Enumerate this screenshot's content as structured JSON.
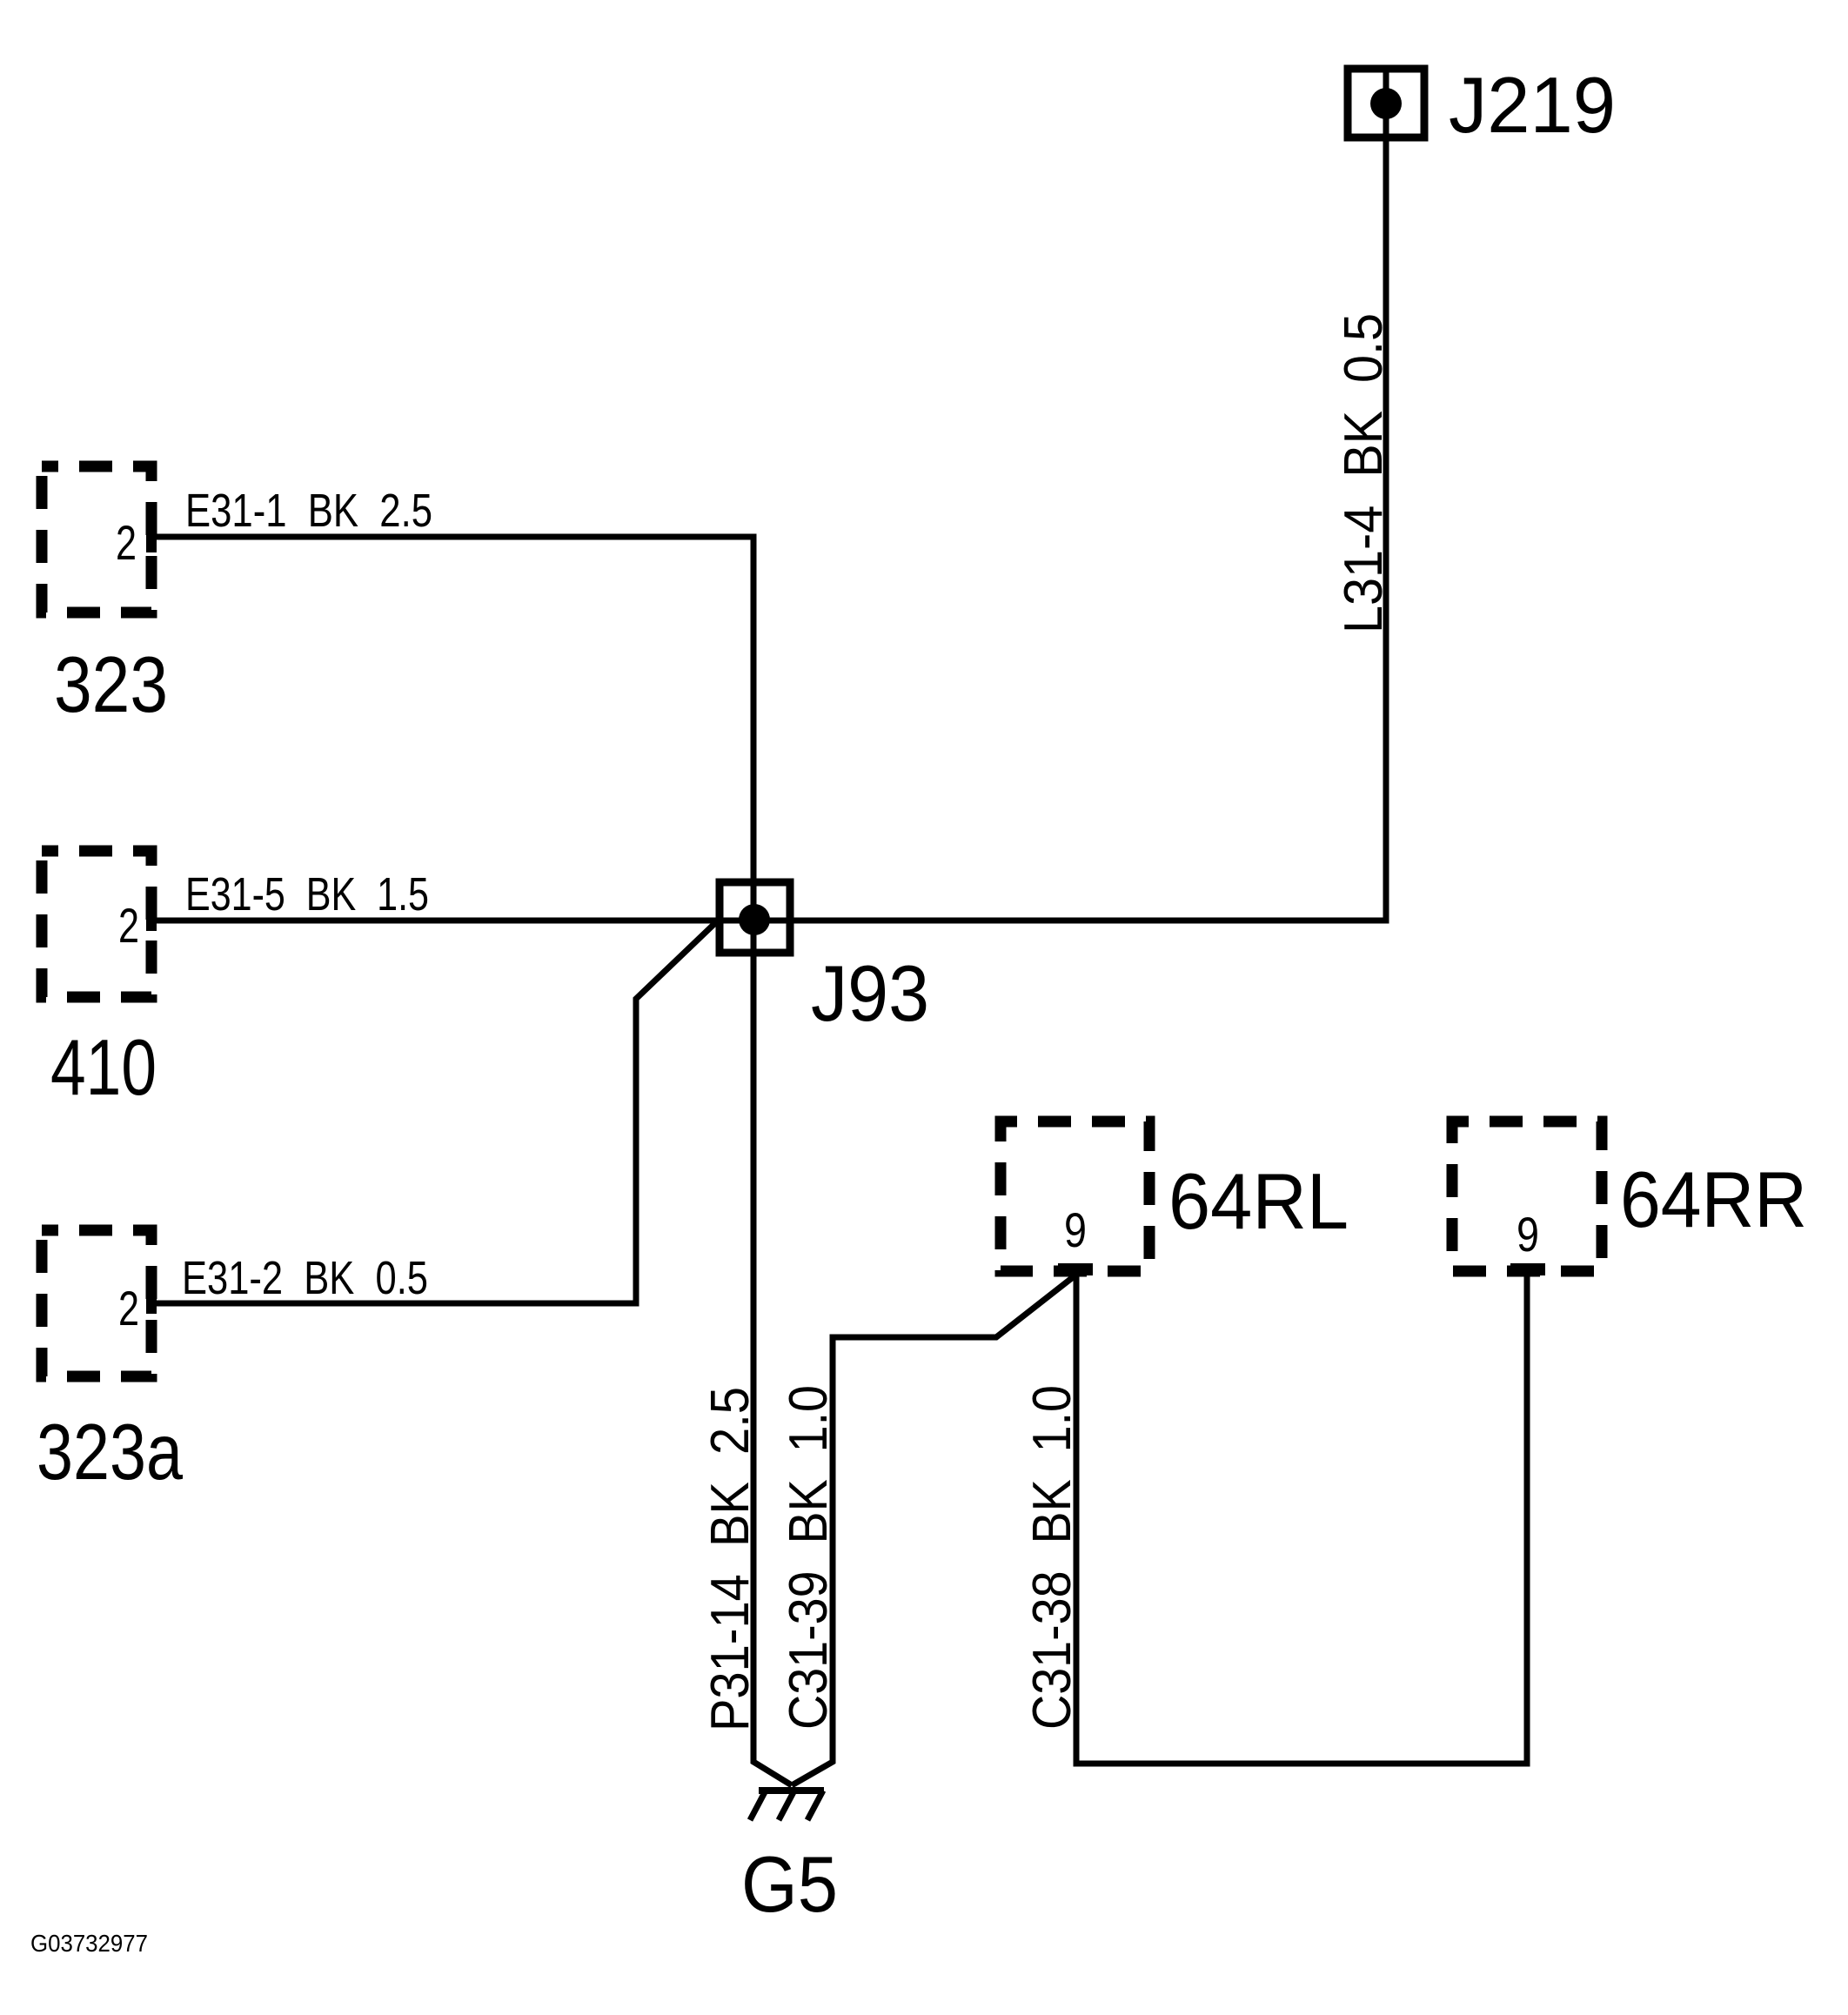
{
  "doc_id": "G03732977",
  "colors": {
    "ink": "#000000",
    "background": "#ffffff"
  },
  "junctions": [
    {
      "id": "J219",
      "wire_label": "L31-4  BK  0.5"
    },
    {
      "id": "J93",
      "wire_label": "P31-14  BK  2.5"
    }
  ],
  "connectors": [
    {
      "id": "323",
      "pin": "2",
      "wire_label": "E31-1  BK  2.5"
    },
    {
      "id": "410",
      "pin": "2",
      "wire_label": "E31-5  BK  1.5"
    },
    {
      "id": "323a",
      "pin": "2",
      "wire_label": "E31-2  BK  0.5"
    },
    {
      "id": "64RL",
      "pin": "9",
      "wire_label": "C31-39  BK  1.0"
    },
    {
      "id": "64RR",
      "pin": "9",
      "wire_label": "C31-38  BK  1.0"
    }
  ],
  "ground": {
    "id": "G5"
  }
}
